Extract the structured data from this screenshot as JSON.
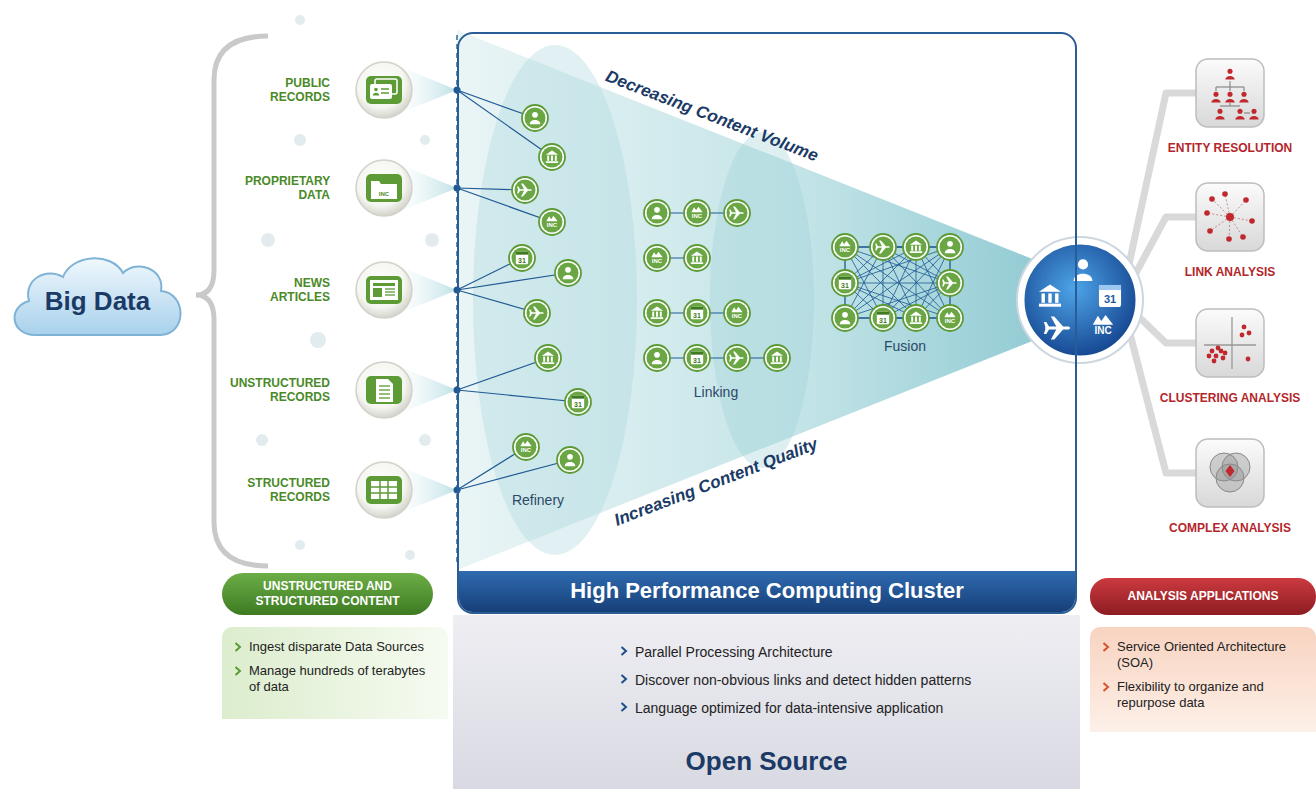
{
  "diagram": {
    "nodes": [
      {
        "text": [
          "Big Data"
        ]
      },
      {
        "text": [
          "PUBLIC RECORDS"
        ]
      },
      {
        "text": [
          "PROPRIETARY DATA"
        ]
      },
      {
        "text": [
          "NEWS ARTICLES"
        ]
      },
      {
        "text": [
          "UNSTRUCTURED RECORDS"
        ]
      },
      {
        "text": [
          "STRUCTURED RECORDS"
        ]
      },
      {
        "text": [
          "High Performance Computing Cluster"
        ]
      },
      {
        "text": [
          "ENTITY RESOLUTION"
        ]
      },
      {
        "text": [
          "LINK ANALYSIS"
        ]
      },
      {
        "text": [
          "CLUSTERING ANALYSIS"
        ]
      },
      {
        "text": [
          "COMPLEX ANALYSIS"
        ]
      },
      {
        "text": [
          "UNSTRUCTURED AND STRUCTURED CONTENT"
        ]
      },
      {
        "text": [
          "Ingest disparate Data Sources",
          "Manage hundreds of terabytes of data"
        ]
      },
      {
        "text": [
          "Parallel Processing Architecture",
          "Discover non-obvious links and detect hidden patterns",
          "Language optimized for data-intensive application",
          "Open Source"
        ]
      },
      {
        "text": [
          "ANALYSIS APPLICATIONS"
        ]
      },
      {
        "text": [
          "Service Oriented Architecture (SOA)",
          "Flexibility to organize and repurpose data"
        ]
      }
    ],
    "labels": [
      "Decreasing Content Volume",
      "Increasing Content Quality",
      "Refinery",
      "Linking",
      "Fusion",
      "INC",
      "INC",
      "31",
      "31",
      "INC",
      "INC",
      "INC",
      "31",
      "INC",
      "31",
      "INC",
      "31",
      "31",
      "INC",
      "31",
      "INC"
    ]
  }
}
